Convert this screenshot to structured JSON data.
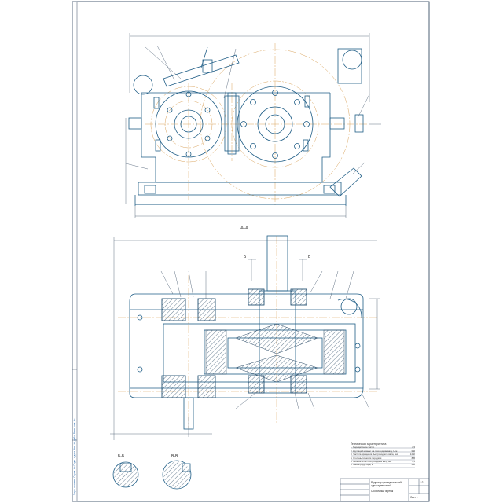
{
  "colors": {
    "outline": "#1f5d86",
    "centerline": "#d9a35c",
    "hatch": "#2a4a66",
    "frame": "#3b4f66",
    "side_text": "#2b6cb0",
    "paper": "#ffffff"
  },
  "views": {
    "section_aa_label": "А-А",
    "section_bb_label": "Б-Б",
    "section_vv_label": "В-В",
    "mark_b1": "Б",
    "mark_b2": "Б"
  },
  "technical_requirements": {
    "title": "Техническая характеристика",
    "rows": [
      {
        "text": "1. Передаточное число",
        "value": "4,5"
      },
      {
        "text": "2. Крутящий момент на тихоходном валу, Н·м",
        "value": "380"
      },
      {
        "text": "3. Частота вращения быстроходного вала, мин",
        "value": "1450"
      },
      {
        "text": "4. Степень точности передачи",
        "value": "8-В"
      },
      {
        "text": "5. Мощность на быстроходном валу, кВт",
        "value": "5,5"
      },
      {
        "text": "6. Масса редуктора, кг",
        "value": "150"
      }
    ]
  },
  "title_block": {
    "name": "Редуктор цилиндрический одноступенчатый",
    "drawing_type": "Сборочный чертеж",
    "scale": "1:2",
    "sheet": "Лист 1"
  },
  "side_stamp": {
    "text": "Перв. примен.  Справ. №  Подп. и дата  Инв. № дубл.  Взам. инв. №"
  }
}
